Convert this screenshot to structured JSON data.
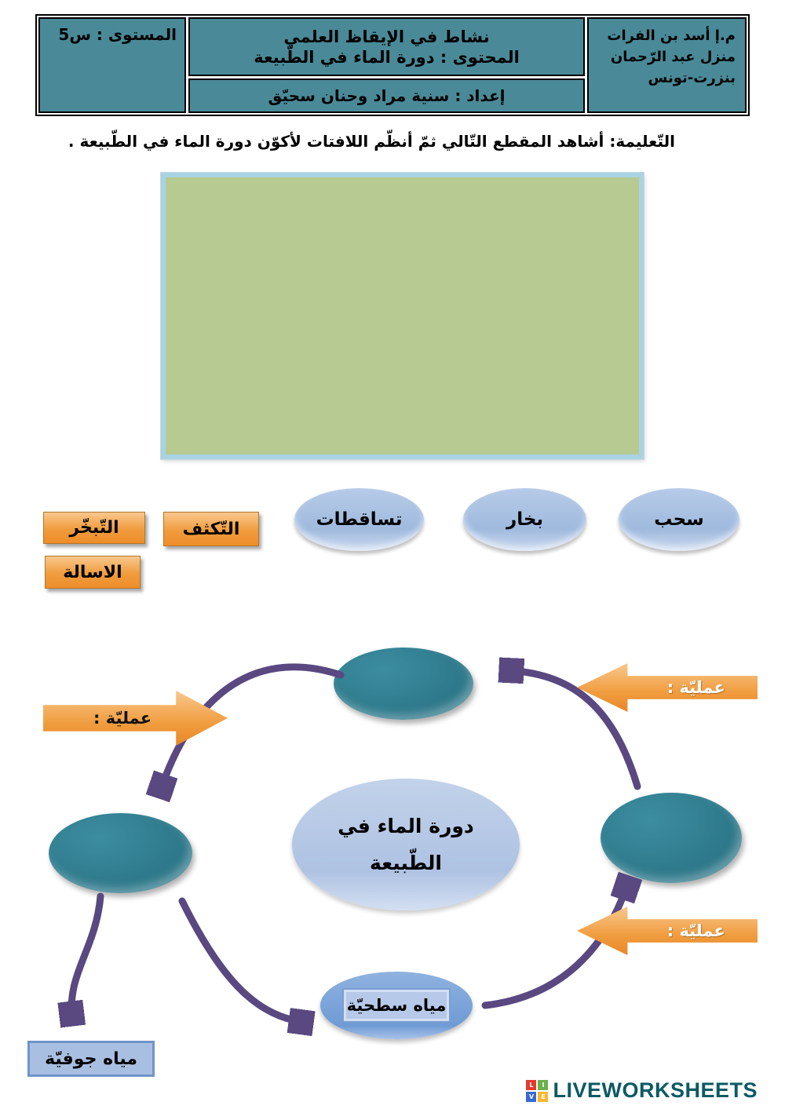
{
  "header": {
    "school": "م.إ أسد  بن الفرات\nمنزل عبد الرّحمان\nبنزرت-تونس",
    "subject_line1": "نشاط في الإيقاظ العلمي",
    "subject_line2": "المحتوى : دورة الماء في الطّبيعة",
    "prepared_by": "إعداد : سنية مراد وحنان سحيّق",
    "level": "المستوى : س5"
  },
  "instruction": "التّعليمة: أشاهد المقطع التّالي ثمّ أنظّم اللافتات لأكوّن دورة الماء في الطّبيعة .",
  "word_bank": {
    "evaporation": "التّبخّر",
    "condensation": "التّكثف",
    "liquefaction": "الاسالة",
    "precipitation": "تساقطات",
    "vapor": "بخار",
    "clouds": "سحب"
  },
  "diagram": {
    "center_title": "دورة الماء في الطّبيعة",
    "process_label_left": "عمليّة :",
    "process_label_top_right": "عمليّة :",
    "process_label_bottom_right": "عمليّة :",
    "surface_water": "مياه سطحيّة",
    "ground_water": "مياه جوفيّة"
  },
  "colors": {
    "header_teal": "#4a8a98",
    "video_green": "#b6ca92",
    "video_border_blue": "#a9d3e2",
    "orange": "#f09c3e",
    "label_blue": "#a9c0e2",
    "node_teal": "#2e7d8e",
    "arrow_purple": "#5a4880",
    "brand_teal": "#0c5a64"
  },
  "footer": {
    "brand": "LIVEWORKSHEETS",
    "logo_letters": [
      "L",
      "I",
      "V",
      "E"
    ]
  }
}
